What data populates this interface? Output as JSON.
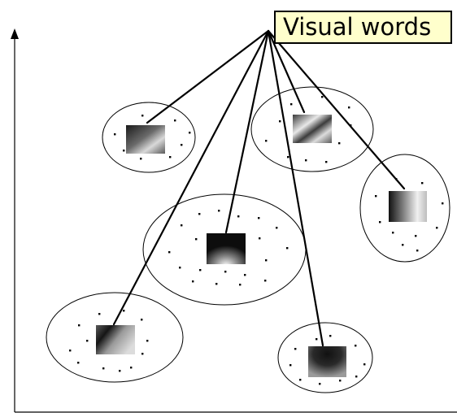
{
  "label": {
    "text": "Visual words",
    "background": "#ffffcc",
    "border": "#000000"
  },
  "diagram": {
    "colors": {
      "ink": "#000000",
      "background": "#ffffff"
    },
    "clusters": [
      {
        "id": "cluster-1",
        "patch": "gradient-diagonal-soft"
      },
      {
        "id": "cluster-2",
        "patch": "gradient-diagonal-stripe"
      },
      {
        "id": "cluster-3",
        "patch": "gradient-right-bright"
      },
      {
        "id": "cluster-4",
        "patch": "gradient-dark-bottom-bright"
      },
      {
        "id": "cluster-5",
        "patch": "gradient-mixed-left"
      },
      {
        "id": "cluster-6",
        "patch": "gradient-dark-center"
      }
    ]
  }
}
